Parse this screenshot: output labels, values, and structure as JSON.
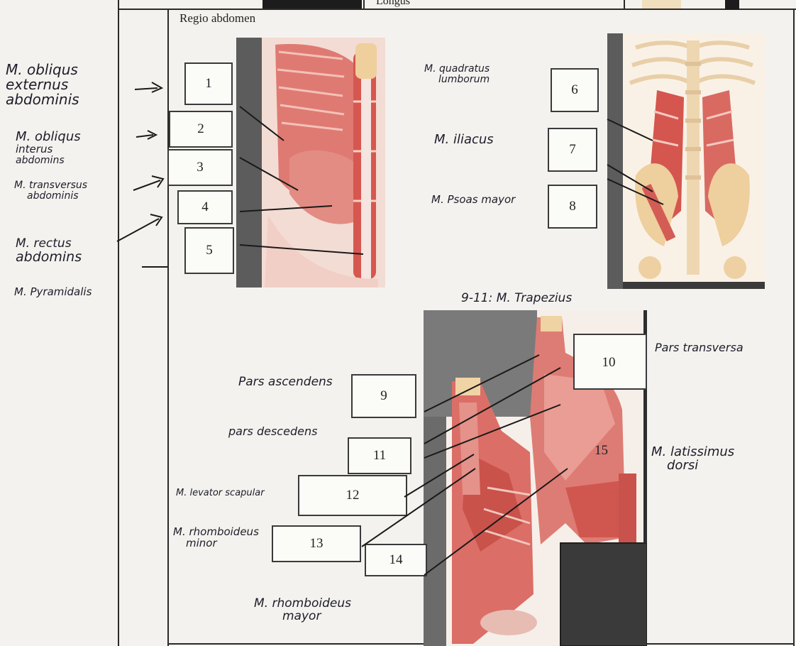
{
  "header": {
    "row_text": "Longus"
  },
  "section": {
    "title": "Regio abdomen"
  },
  "boxes": [
    {
      "label": "1"
    },
    {
      "label": "2"
    },
    {
      "label": "3"
    },
    {
      "label": "4"
    },
    {
      "label": "5"
    },
    {
      "label": "6"
    },
    {
      "label": "7"
    },
    {
      "label": "8"
    },
    {
      "label": "9"
    },
    {
      "label": "10"
    },
    {
      "label": "11"
    },
    {
      "label": "12"
    },
    {
      "label": "13"
    },
    {
      "label": "14"
    }
  ],
  "stray_number": "15",
  "handwriting": {
    "obliquus_externus": [
      "M. obliqus",
      "externus",
      "abdominis"
    ],
    "obliquus_internus": [
      "M. obliqus",
      "interus",
      "abdomins"
    ],
    "transversus": [
      "M. transversus",
      "abdominis"
    ],
    "rectus": [
      "M. rectus",
      "abdomins"
    ],
    "pyramidalis": "M. Pyramidalis",
    "quadratus": [
      "M. quadratus",
      "lumborum"
    ],
    "iliacus": "M. iliacus",
    "psoas": "M. Psoas mayor",
    "trapezius": "9-11: M. Trapezius",
    "pars_transversa": "Pars transversa",
    "pars_ascendens": "Pars ascendens",
    "pars_descendens": "pars descedens",
    "latissimus": [
      "M. latissimus",
      "dorsi"
    ],
    "levator": "M. levator scapular",
    "rhomboideus_minor": [
      "M. rhomboideus",
      "minor"
    ],
    "rhomboideus_mayor": [
      "M. rhomboideus",
      "mayor"
    ]
  },
  "colors": {
    "muscle": "#d9645f",
    "muscle_light": "#ecaea5",
    "bone": "#efd9b1",
    "dark_frame": "#5a5a5a",
    "ink": "#1d1d2a"
  }
}
